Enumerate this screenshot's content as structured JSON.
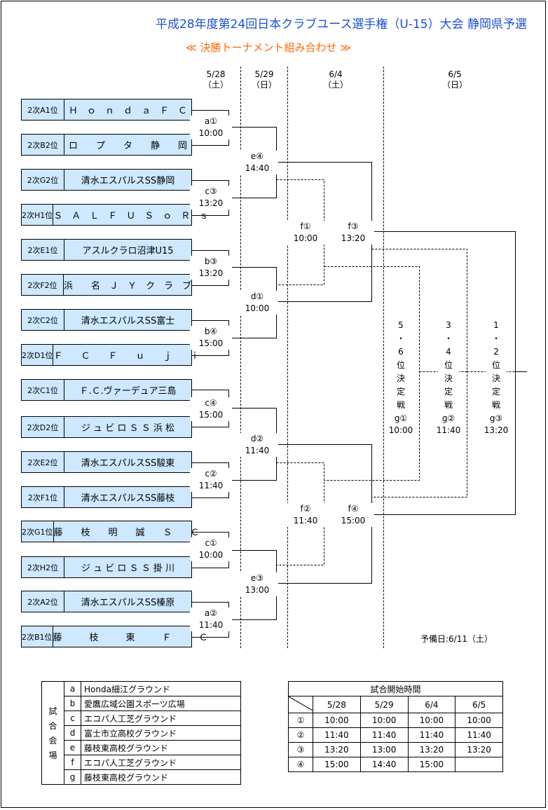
{
  "title": "平成28年度第24回日本クラブユース選手権（U-15）大会 静岡県予選",
  "subtitle": "≪ 決勝トーナメント組み合わせ ≫",
  "dates": [
    {
      "date": "5/28",
      "day": "（土）"
    },
    {
      "date": "5/29",
      "day": "（日）"
    },
    {
      "date": "6/4",
      "day": "（土）"
    },
    {
      "date": "6/5",
      "day": "（日）"
    }
  ],
  "teams": [
    {
      "seed": "2次A1位",
      "name": "Ｈ　ｏ　ｎ　ｄ　ａ　Ｆ　Ｃ"
    },
    {
      "seed": "2次B2位",
      "name": "ロ　　プ　　タ　　静　　岡"
    },
    {
      "seed": "2次G2位",
      "name": "清水エスパルスSS静岡"
    },
    {
      "seed": "2次H1位",
      "name": "Ｓ　Ａ　Ｌ　Ｆ　Ｕ　Ｓ　ｏ　Ｒ　ｓ"
    },
    {
      "seed": "2次E1位",
      "name": "アスルクラロ沼津U15"
    },
    {
      "seed": "2次F2位",
      "name": "浜　　名　Ｊ　Ｙ　ク　ラ　ブ"
    },
    {
      "seed": "2次C2位",
      "name": "清水エスパルスSS富士"
    },
    {
      "seed": "2次D1位",
      "name": "Ｆ　　Ｃ　　Ｆ　　ｕ　　ｊ　　ｉ"
    },
    {
      "seed": "2次C1位",
      "name": "Ｆ.Ｃ.ヴァーデュア三島"
    },
    {
      "seed": "2次D2位",
      "name": "ジ ュ ビ ロ Ｓ Ｓ 浜 松"
    },
    {
      "seed": "2次E2位",
      "name": "清水エスパルスSS駿東"
    },
    {
      "seed": "2次F1位",
      "name": "清水エスパルスSS藤枝"
    },
    {
      "seed": "2次G1位",
      "name": "藤　　枝　　明　　誠　　Ｓ　　Ｃ"
    },
    {
      "seed": "2次H2位",
      "name": "ジ ュ ビ ロ Ｓ Ｓ 掛 川"
    },
    {
      "seed": "2次A2位",
      "name": "清水エスパルスSS榛原"
    },
    {
      "seed": "2次B1位",
      "name": "藤　　　枝　　　東　　　Ｆ　　　Ｃ"
    }
  ],
  "matches": [
    {
      "code": "a①",
      "time": "10:00"
    },
    {
      "code": "c③",
      "time": "13:20"
    },
    {
      "code": "b③",
      "time": "13:20"
    },
    {
      "code": "b④",
      "time": "15:00"
    },
    {
      "code": "c④",
      "time": "15:00"
    },
    {
      "code": "c②",
      "time": "11:40"
    },
    {
      "code": "c①",
      "time": "10:00"
    },
    {
      "code": "a②",
      "time": "11:40"
    },
    {
      "code": "e④",
      "time": "14:40"
    },
    {
      "code": "d①",
      "time": "10:00"
    },
    {
      "code": "d②",
      "time": "11:40"
    },
    {
      "code": "e③",
      "time": "13:00"
    },
    {
      "code": "f①",
      "time": "10:00"
    },
    {
      "code": "f③",
      "time": "13:20"
    },
    {
      "code": "f②",
      "time": "11:40"
    },
    {
      "code": "f④",
      "time": "15:00"
    }
  ],
  "placements": [
    {
      "chars": [
        "5",
        "・",
        "6",
        "位",
        "決",
        "定",
        "戦"
      ],
      "code": "g①",
      "time": "10:00"
    },
    {
      "chars": [
        "3",
        "・",
        "4",
        "位",
        "決",
        "定",
        "戦"
      ],
      "code": "g②",
      "time": "11:40"
    },
    {
      "chars": [
        "1",
        "・",
        "2",
        "位",
        "決",
        "定",
        "戦"
      ],
      "code": "g③",
      "time": "13:20"
    }
  ],
  "reserve_day": "予備日:6/11（土）",
  "venues": {
    "heading": [
      "試",
      "合",
      "会",
      "場"
    ],
    "rows": [
      {
        "code": "a",
        "name": "Honda細江グラウンド"
      },
      {
        "code": "b",
        "name": "愛鷹広域公園スポーツ広場"
      },
      {
        "code": "c",
        "name": "エコパ人工芝グラウンド"
      },
      {
        "code": "d",
        "name": "富士市立高校グラウンド"
      },
      {
        "code": "e",
        "name": "藤枝東高校グラウンド"
      },
      {
        "code": "f",
        "name": "エコパ人工芝グラウンド"
      },
      {
        "code": "g",
        "name": "藤枝東高校グラウンド"
      }
    ]
  },
  "kickoff": {
    "heading": "試合開始時間",
    "columns": [
      "5/28",
      "5/29",
      "6/4",
      "6/5"
    ],
    "rows": [
      {
        "slot": "①",
        "times": [
          "10:00",
          "10:00",
          "10:00",
          "10:00"
        ]
      },
      {
        "slot": "②",
        "times": [
          "11:40",
          "11:40",
          "11:40",
          "11:40"
        ]
      },
      {
        "slot": "③",
        "times": [
          "13:20",
          "13:00",
          "13:20",
          "13:20"
        ]
      },
      {
        "slot": "④",
        "times": [
          "15:00",
          "14:40",
          "15:00",
          ""
        ]
      }
    ]
  }
}
